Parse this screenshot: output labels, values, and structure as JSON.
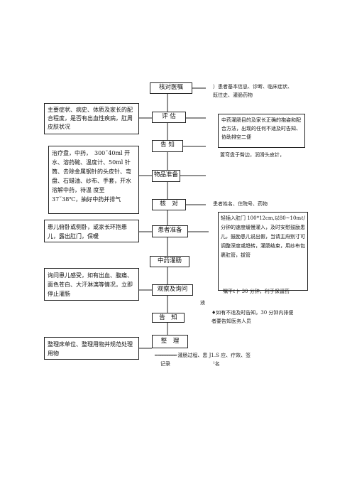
{
  "steps": {
    "verify_order": "核对医嘱",
    "assess": "评 估",
    "inform1": "告 知",
    "prepare": "物品准备",
    "check": "核　对",
    "patient_prep": "患者准备",
    "enema": "中药灌肠",
    "observe": "观察及询问",
    "inform2": "告　知",
    "tidy": "整　理"
  },
  "left_notes": {
    "assess": "主要症状、病史、体质及家长的配合程度，是否有出血性疾病，肛周皮肤状况",
    "prepare": "治疗盘，中药，　300˜40ml 开水、溶药碗、温度计、50ml 针筒、去除金属钢针的头皮针、弯盘、石蜡油、纱布、手套，开水溶解中药，待温 度至 37˜38℃，抽好中药并排气",
    "patient_prep": "患儿俯卧或侧卧，或家长环抱患儿，露出肛门，保暖",
    "observe": "询问患儿感受，如有出血、腹痛、面色苍白、大汗淋漓等情况，立即停止灌肠",
    "tidy": "整理床单位、整理用物并规范处理用物"
  },
  "right_notes": {
    "verify_order": "）患者基本信息、诊断、临床症状、既往史、灌肠药物",
    "inform1_box": "中药灌肠目的及家长正确的抱姿和配合方法，出现的任何不适及时告知、协助排空二便",
    "inform1_tail": "置弯盘于臀边，润滑头皮针，",
    "check": "患者姓名、住院号、药物",
    "patient_box": "轻插入肛门 100*12cm,以80~10mℓ/分钟的速度缓慢灌入，及时安慰鼓励患儿，鼓励患儿说出假，当请主府别寸可调整深度或趋转，灌肠结束，用纱布包裹肛管，拔管",
    "observe": "嘱平ℓ卜 30 分钟，利于保留药",
    "observe_tail": "液",
    "inform2": "♦如有不适及时告知，30 分钟内排便者要告知医务人员",
    "tidy": "灌肠过程、患 J1.S 应、疗效、签",
    "record": "记录",
    "sign": "¹名"
  }
}
